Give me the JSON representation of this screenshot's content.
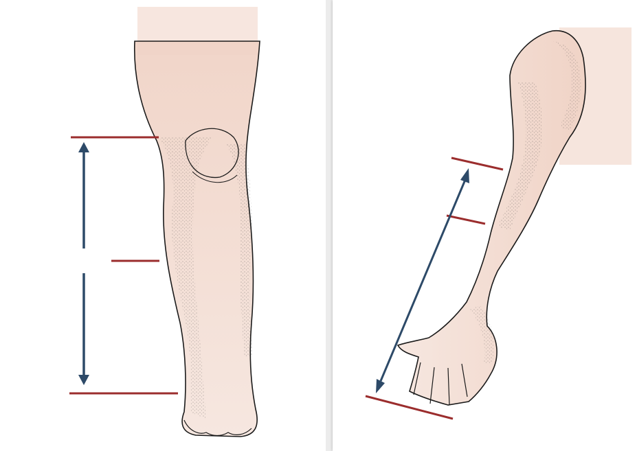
{
  "panels": [
    {
      "id": "leg",
      "subject": "leg",
      "reference_lines": 3,
      "arrows": 2
    },
    {
      "id": "arm",
      "subject": "arm",
      "reference_lines": 3,
      "arrows": 1
    }
  ],
  "colors": {
    "reference_line": "#9b2d2d",
    "measurement_arrow": "#2d4a68",
    "skin": "#f6e7e0",
    "skin_shade": "#f0d3c6",
    "outline": "#1a1a1a",
    "stipple": "#3a3a3a",
    "background": "#ffffff"
  },
  "icons": {
    "leg": "leg-illustration",
    "arm": "arm-illustration"
  }
}
